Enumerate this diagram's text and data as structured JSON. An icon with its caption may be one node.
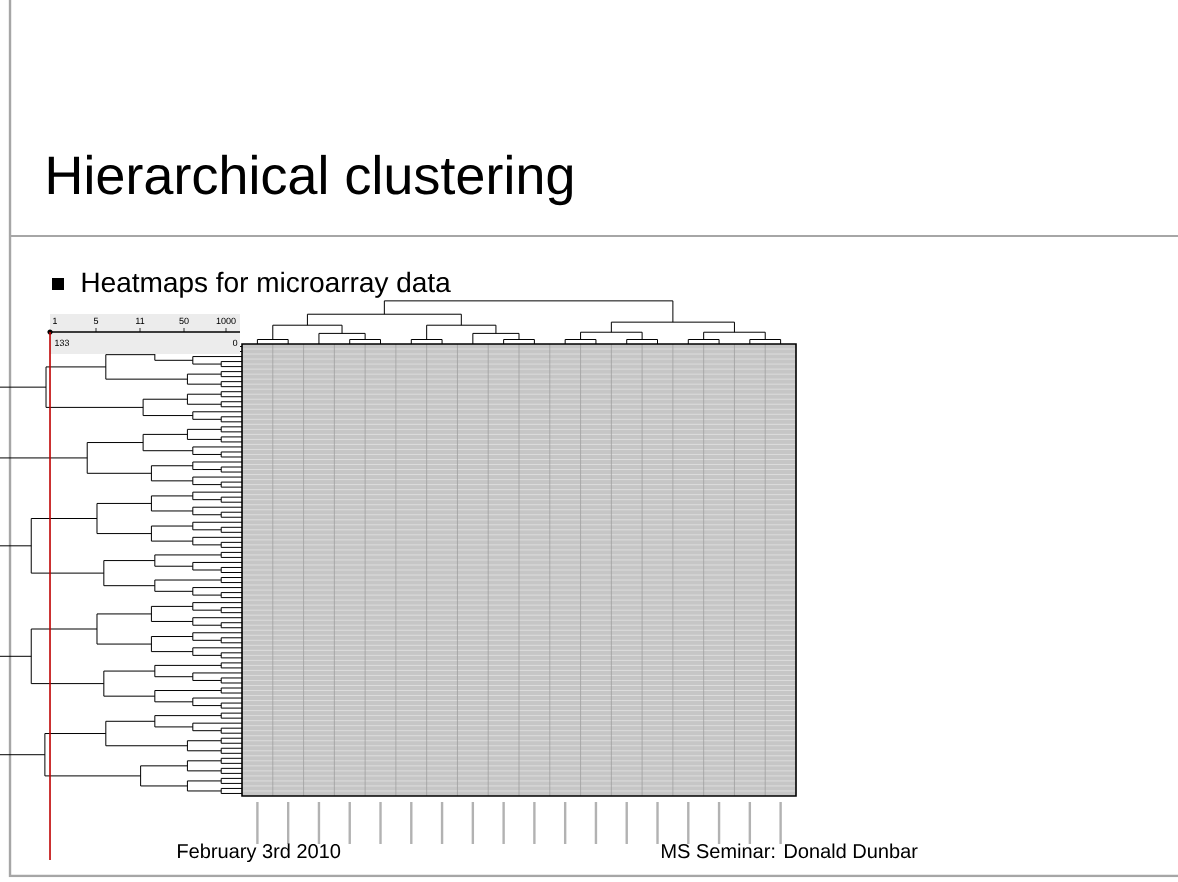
{
  "diagram": {
    "title": "Hierarchical clustering",
    "labels": [
      "Heatmaps for microarray data",
      "1",
      "5",
      "11",
      "50",
      "1000",
      "133",
      "0",
      "February 3rd 2010",
      "MS Seminar: Donald Dunbar"
    ]
  }
}
